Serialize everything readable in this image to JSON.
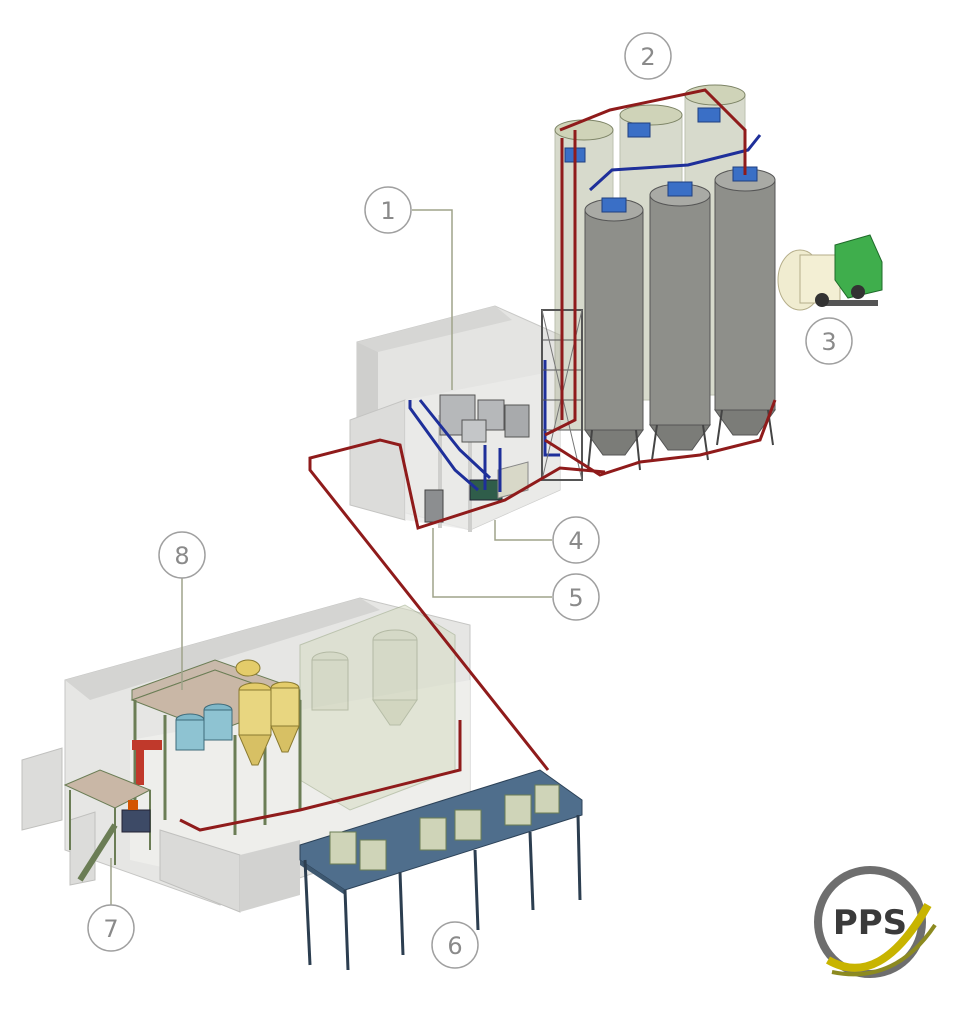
{
  "callouts": [
    {
      "id": "1",
      "label": "1"
    },
    {
      "id": "2",
      "label": "2"
    },
    {
      "id": "3",
      "label": "3"
    },
    {
      "id": "4",
      "label": "4"
    },
    {
      "id": "5",
      "label": "5"
    },
    {
      "id": "6",
      "label": "6"
    },
    {
      "id": "7",
      "label": "7"
    },
    {
      "id": "8",
      "label": "8"
    }
  ],
  "logo": {
    "text": "PPS"
  },
  "colors": {
    "pipe_red": "#8f1b1b",
    "pipe_blue": "#1e2f9a",
    "silo_gray": "#8e8f8a",
    "frame_green": "#9aa884",
    "deck_blue": "#4f6e8c",
    "truck_green": "#3fae4c",
    "callout_stroke": "#a0a0a0",
    "leader_line": "#9fa38a",
    "logo_gold": "#c8b400"
  }
}
